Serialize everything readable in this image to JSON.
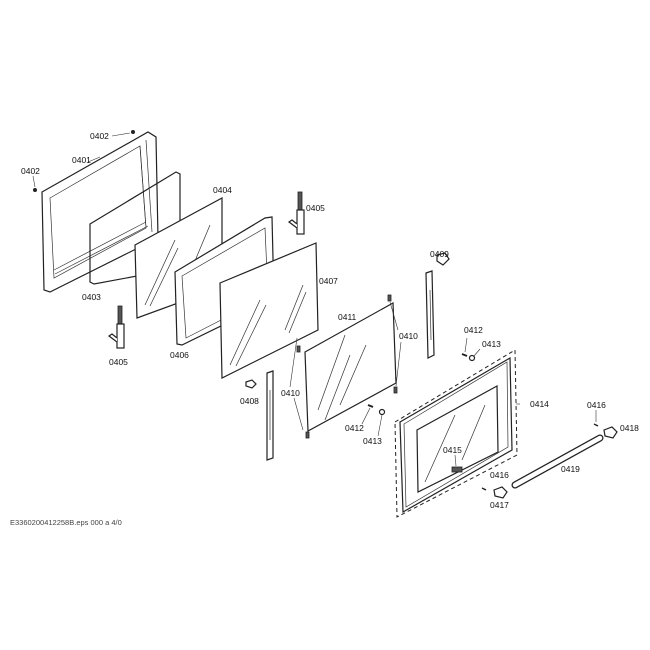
{
  "diagram": {
    "labels": [
      "0402",
      "0402",
      "0401",
      "0404",
      "0405",
      "0405",
      "0403",
      "0406",
      "0407",
      "0408",
      "0409",
      "0411",
      "0410",
      "0410",
      "0412",
      "0412",
      "0413",
      "0413",
      "0414",
      "0415",
      "0416",
      "0416",
      "0417",
      "0418",
      "0419"
    ],
    "footer_left": "E3360200412258B.eps 000 a 4/0"
  }
}
